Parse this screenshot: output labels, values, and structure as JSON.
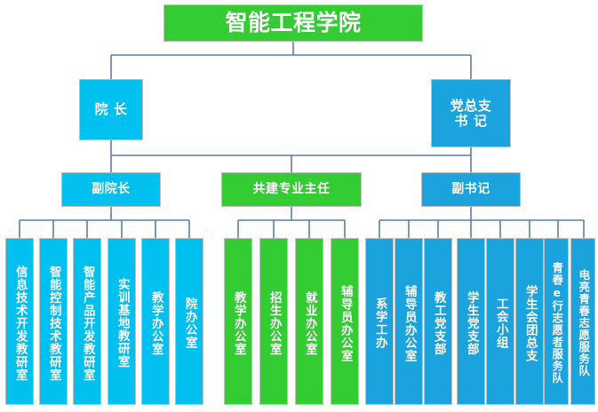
{
  "diagram": {
    "type": "organization-chart",
    "title": "智能工程学院",
    "colors": {
      "green": "#33cc33",
      "cyan": "#00c0f0",
      "blue": "#1aa3dd",
      "connector": "#5b7ba8",
      "border": "#bfbfbf",
      "text": "#ffffff",
      "background": "#ffffff"
    },
    "root": {
      "label": "智能工程学院",
      "color": "green"
    },
    "level2": [
      {
        "label": "院 长",
        "color": "cyan"
      },
      {
        "label": "党总支\n书 记",
        "line1": "党总支",
        "line2": "书 记",
        "color": "blue"
      }
    ],
    "level3": [
      {
        "label": "副院长",
        "color": "cyan"
      },
      {
        "label": "共建专业主任",
        "color": "green"
      },
      {
        "label": "副书记",
        "color": "blue"
      }
    ],
    "groups": {
      "dean_group": {
        "parent": "副院长",
        "color": "cyan",
        "items": [
          "信息技术开发教研室",
          "智能控制技术教研室",
          "智能产品开发教研室",
          "实训基地教研室",
          "教学办公室",
          "院办公室"
        ]
      },
      "joint_major_group": {
        "parent": "共建专业主任",
        "color": "green",
        "items": [
          "教学办公室",
          "招生办公室",
          "就业办公室",
          "辅导员办公室"
        ]
      },
      "party_group": {
        "parent": "副书记",
        "color": "blue",
        "items": [
          "系学工办",
          "辅导员办公室",
          "教工党支部",
          "学生党支部",
          "工会小组",
          "学生会团总支",
          "青春e行志愿者服务队",
          "电亮青春志愿服务队"
        ]
      }
    }
  }
}
